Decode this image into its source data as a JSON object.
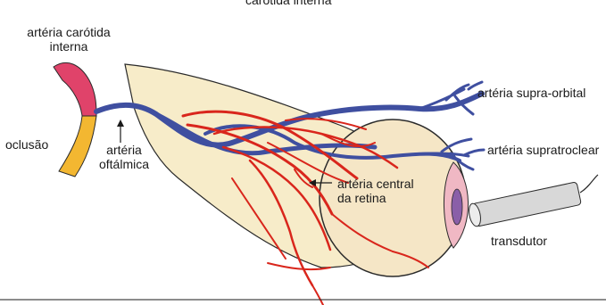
{
  "labels": {
    "top_cut": "carótida interna",
    "internal_carotid_line1": "artéria carótida",
    "internal_carotid_line2": "interna",
    "occlusion": "oclusão",
    "ophthalmic_line1": "artéria",
    "ophthalmic_line2": "oftálmica",
    "central_retina_line1": "artéria central",
    "central_retina_line2": "da retina",
    "supraorbital": "artéria supra-orbital",
    "supratrochlear": "artéria supratroclear",
    "transducer": "transdutor"
  },
  "colors": {
    "artery_red": "#d9261c",
    "vein_blue": "#3f4fa0",
    "tissue_fill": "#f7ecc9",
    "eye_fill": "#f5e6c6",
    "cornea_pink": "#f0b8c4",
    "carotid_pink": "#e0436a",
    "occlusion_yellow": "#f3b731",
    "probe_gray": "#d8d8d8"
  }
}
